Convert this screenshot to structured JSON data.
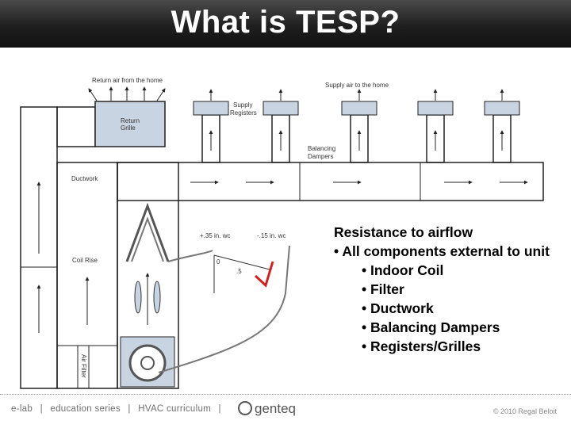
{
  "title": "What is TESP?",
  "diagram_labels": {
    "return_air": "Return air from the home",
    "supply_air": "Supply air to the home",
    "supply_registers": "Supply\nRegisters",
    "return_grille": "Return\nGrille",
    "balancing_dampers": "Balancing\nDampers",
    "ductwork": "Ductwork",
    "coil_rise": "Coil Rise",
    "air_filter": "Air Filter",
    "pressure_plus": "+.35 in. wc",
    "pressure_minus": "-.15 in. wc",
    "gauge_zero": "0",
    "gauge_mid": ".5"
  },
  "content": {
    "heading": "Resistance to airflow",
    "bullet_main": "• All components external to unit",
    "items": [
      "• Indoor Coil",
      "• Filter",
      "• Ductwork",
      "• Balancing Dampers",
      "• Registers/Grilles"
    ]
  },
  "footer": {
    "elab": "e-lab",
    "sep1": "|",
    "education": "education series",
    "sep2": "|",
    "hvac": "HVAC curriculum",
    "sep3": "|",
    "brand": "genteq",
    "copyright": "© 2010 Regal Beloit"
  },
  "colors": {
    "title_bar": "#1f1f1f",
    "duct_fill": "#c9d4e3",
    "gauge_needle": "#cc2222"
  }
}
